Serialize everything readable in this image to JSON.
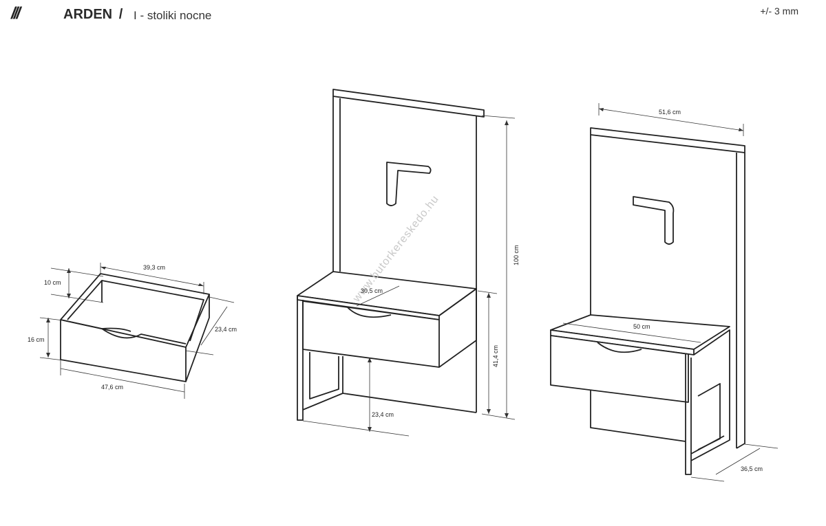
{
  "header": {
    "logo_text": "///",
    "title": "ARDEN",
    "separator": "/",
    "subtitle": "I - stoliki nocne",
    "tolerance": "+/- 3 mm"
  },
  "watermark": "www.butorkereskedo.hu",
  "dimensions": {
    "drawer_width_top": "39,3 cm",
    "drawer_height_inner": "10 cm",
    "drawer_height_front": "16 cm",
    "drawer_depth": "23,4 cm",
    "drawer_width_front": "47,6 cm",
    "front_drawer_inner_depth": "30,5 cm",
    "front_total_height": "100 cm",
    "front_top_height": "41,4 cm",
    "front_leg_height": "23,4 cm",
    "side_total_width": "51,6 cm",
    "side_shelf_width": "50 cm",
    "side_depth": "36,5 cm"
  }
}
